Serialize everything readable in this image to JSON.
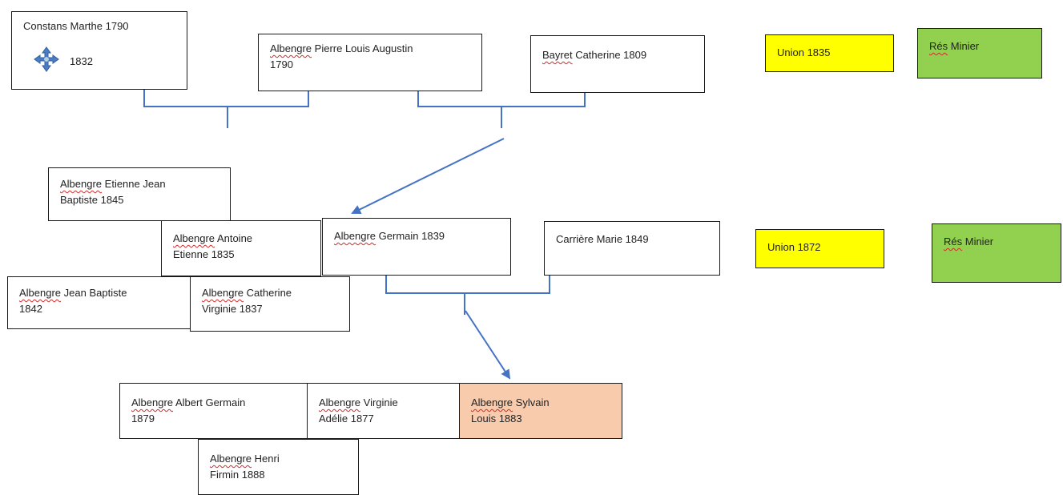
{
  "people": {
    "constans": {
      "name": "Constans Marthe 1790",
      "death_year": "1832",
      "death_icon": "cross-icon"
    },
    "pierre": {
      "surname": "Albengre",
      "rest_line1": " Pierre Louis Augustin",
      "line2": "1790"
    },
    "bayret": {
      "surname": "Bayret",
      "rest_line1": " Catherine 1809"
    },
    "etienne_jean": {
      "surname": "Albengre",
      "rest_line1": " Etienne Jean",
      "line2": "Baptiste 1845"
    },
    "antoine": {
      "surname": "Albengre",
      "rest_line1": " Antoine",
      "line2": "Etienne 1835"
    },
    "germain": {
      "surname": "Albengre",
      "rest_line1": " Germain 1839"
    },
    "carriere": {
      "line1": "Carrière Marie 1849"
    },
    "jean_baptiste": {
      "surname": "Albengre",
      "rest_line1": " Jean Baptiste",
      "line2": "1842"
    },
    "catherine_v": {
      "surname": "Albengre",
      "rest_line1": " Catherine",
      "line2": "Virginie 1837"
    },
    "albert": {
      "surname": "Albengre",
      "rest_line1": " Albert Germain",
      "line2": "1879"
    },
    "virginie": {
      "surname": "Albengre",
      "rest_line1": " Virginie",
      "line2": "Adélie 1877"
    },
    "sylvain": {
      "surname": "Albengre",
      "rest_line1": " Sylvain",
      "line2": "Louis 1883"
    },
    "henri": {
      "surname": "Albengre",
      "rest_line1": " Henri",
      "line2": "Firmin 1888"
    }
  },
  "unions": {
    "u1835": {
      "label": "Union 1835"
    },
    "u1872": {
      "label": "Union 1872"
    }
  },
  "residences": {
    "r1": {
      "word1": "Rés",
      "word2": " Minier"
    },
    "r2": {
      "word1": "Rés",
      "word2": " Minier"
    }
  },
  "colors": {
    "union_fill": "#ffff00",
    "residence_fill": "#92d050",
    "highlight_fill": "#f8cbad",
    "connector": "#4472c4"
  }
}
